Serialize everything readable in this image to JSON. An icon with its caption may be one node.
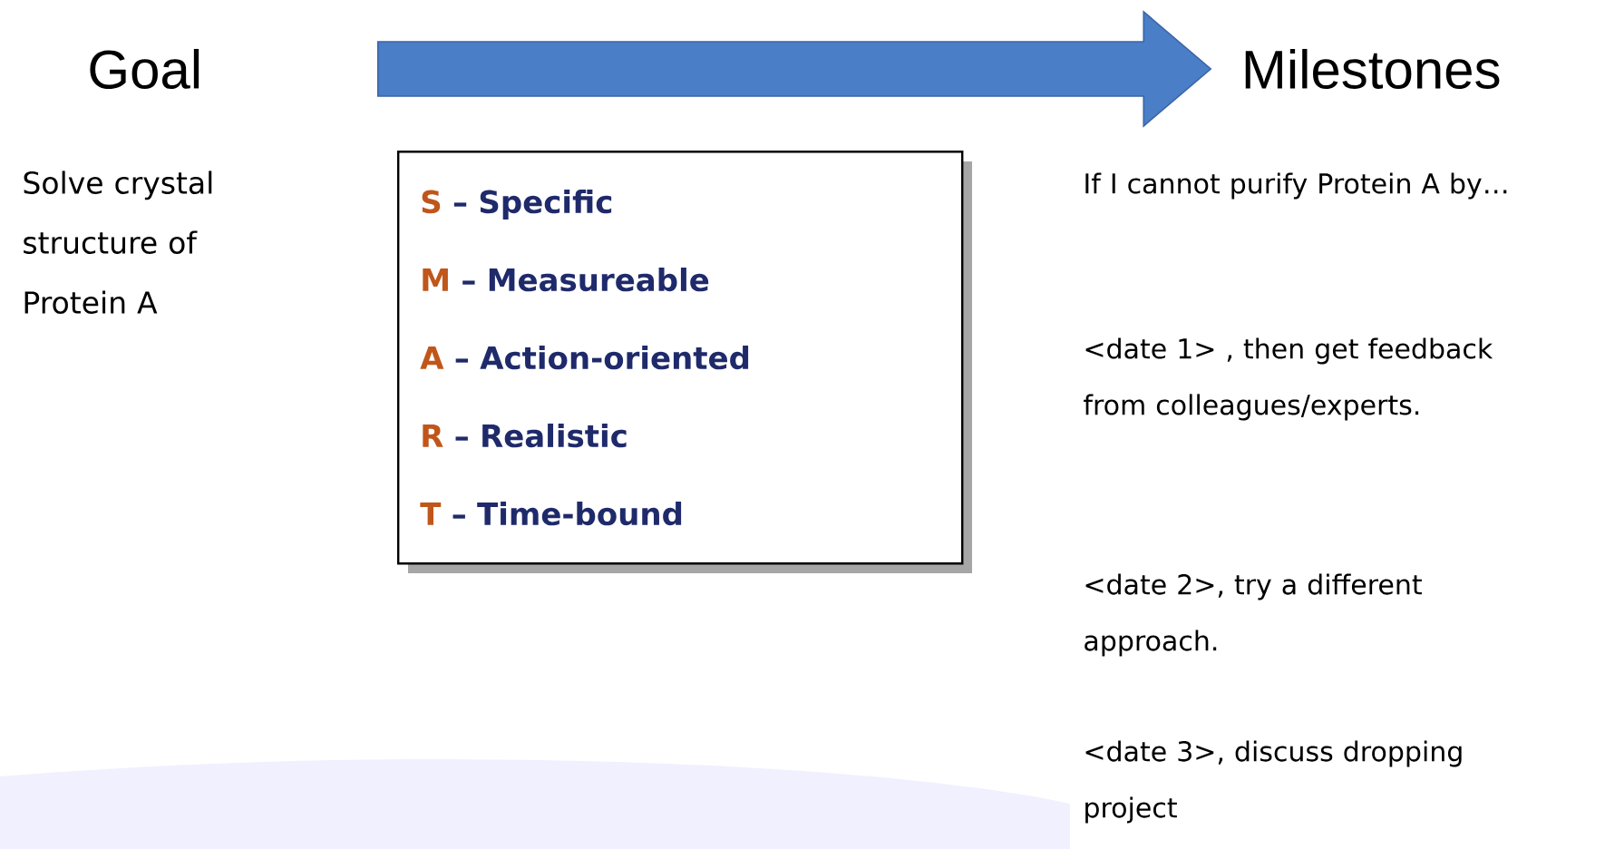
{
  "diagram": {
    "nodes": [
      {
        "text": [
          "Goal"
        ],
        "beside": [
          "Solve crystal structure of Protein A"
        ]
      },
      {
        "text": [
          "Milestones"
        ],
        "beside": [
          "If I cannot purify Protein A by…"
        ]
      },
      {
        "text": [
          "S",
          "– Specific",
          "M",
          "– Measureable",
          "A",
          "– Action-oriented",
          "R",
          "– Realistic",
          "T",
          "– Time-bound"
        ]
      }
    ],
    "edges": [
      {
        "from": 0,
        "to": 1,
        "arrow": "to",
        "style": "thick"
      }
    ],
    "labels": [
      "<date 1> , then get feedback from colleagues/experts.",
      "<date 2>, try a different approach.",
      "<date 3>, discuss dropping project"
    ]
  }
}
